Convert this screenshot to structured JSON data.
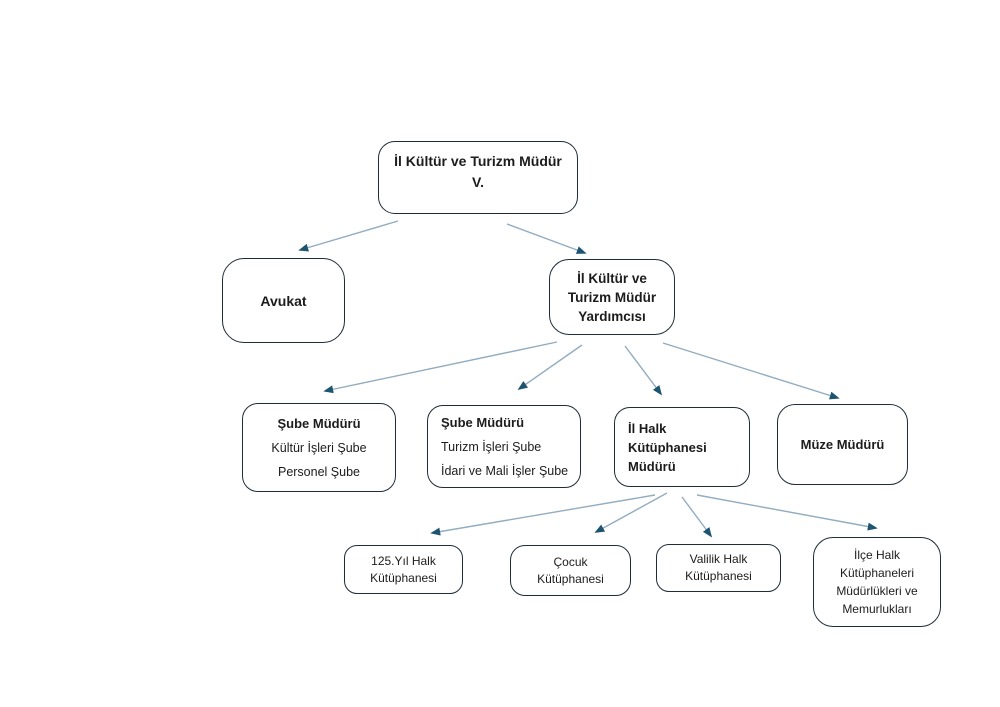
{
  "diagram": {
    "type": "org-chart",
    "colors": {
      "background": "#ffffff",
      "node_border": "#1f2d36",
      "node_fill": "#ffffff",
      "text": "#1c1c1c",
      "arrow_line": "#92acc0",
      "arrow_head": "#1d5570"
    },
    "nodes": {
      "root": {
        "label": "İl Kültür ve Turizm Müdür V.",
        "lines": [
          "İl Kültür ve Turizm Müdür",
          "V."
        ]
      },
      "avukat": {
        "label": "Avukat",
        "lines": [
          "Avukat"
        ]
      },
      "yardimcisi": {
        "label": "İl Kültür ve Turizm Müdür Yardımcısı",
        "lines": [
          "İl Kültür ve",
          "Turizm Müdür",
          "Yardımcısı"
        ]
      },
      "sube_kultur": {
        "label": "Şube Müdürü — Kültür İşleri Şube, Personel Şube",
        "lines": [
          "Şube Müdürü",
          "Kültür İşleri Şube",
          "Personel Şube"
        ]
      },
      "sube_turizm": {
        "label": "Şube Müdürü — Turizm İşleri Şube, İdari ve Mali İşler Şube",
        "lines": [
          "Şube Müdürü",
          "Turizm İşleri Şube",
          "İdari ve Mali İşler Şube"
        ]
      },
      "il_halk": {
        "label": "İl Halk Kütüphanesi Müdürü",
        "lines": [
          "İl Halk",
          "Kütüphanesi",
          "Müdürü"
        ]
      },
      "muze": {
        "label": "Müze Müdürü",
        "lines": [
          "Müze Müdürü"
        ]
      },
      "yil125": {
        "label": "125.Yıl Halk Kütüphanesi",
        "lines": [
          "125.Yıl Halk",
          "Kütüphanesi"
        ]
      },
      "cocuk": {
        "label": "Çocuk Kütüphanesi",
        "lines": [
          "Çocuk",
          "Kütüphanesi"
        ]
      },
      "valilik": {
        "label": "Valilik Halk Kütüphanesi",
        "lines": [
          "Valilik Halk",
          "Kütüphanesi"
        ]
      },
      "ilce": {
        "label": "İlçe Halk Kütüphaneleri Müdürlükleri ve Memurlukları",
        "lines": [
          "İlçe Halk",
          "Kütüphaneleri",
          "Müdürlükleri ve",
          "Memurlukları"
        ]
      }
    },
    "edges": [
      {
        "from": "root",
        "to": "avukat"
      },
      {
        "from": "root",
        "to": "yardimcisi"
      },
      {
        "from": "yardimcisi",
        "to": "sube_kultur"
      },
      {
        "from": "yardimcisi",
        "to": "sube_turizm"
      },
      {
        "from": "yardimcisi",
        "to": "il_halk"
      },
      {
        "from": "yardimcisi",
        "to": "muze"
      },
      {
        "from": "il_halk",
        "to": "yil125"
      },
      {
        "from": "il_halk",
        "to": "cocuk"
      },
      {
        "from": "il_halk",
        "to": "valilik"
      },
      {
        "from": "il_halk",
        "to": "ilce"
      }
    ]
  }
}
